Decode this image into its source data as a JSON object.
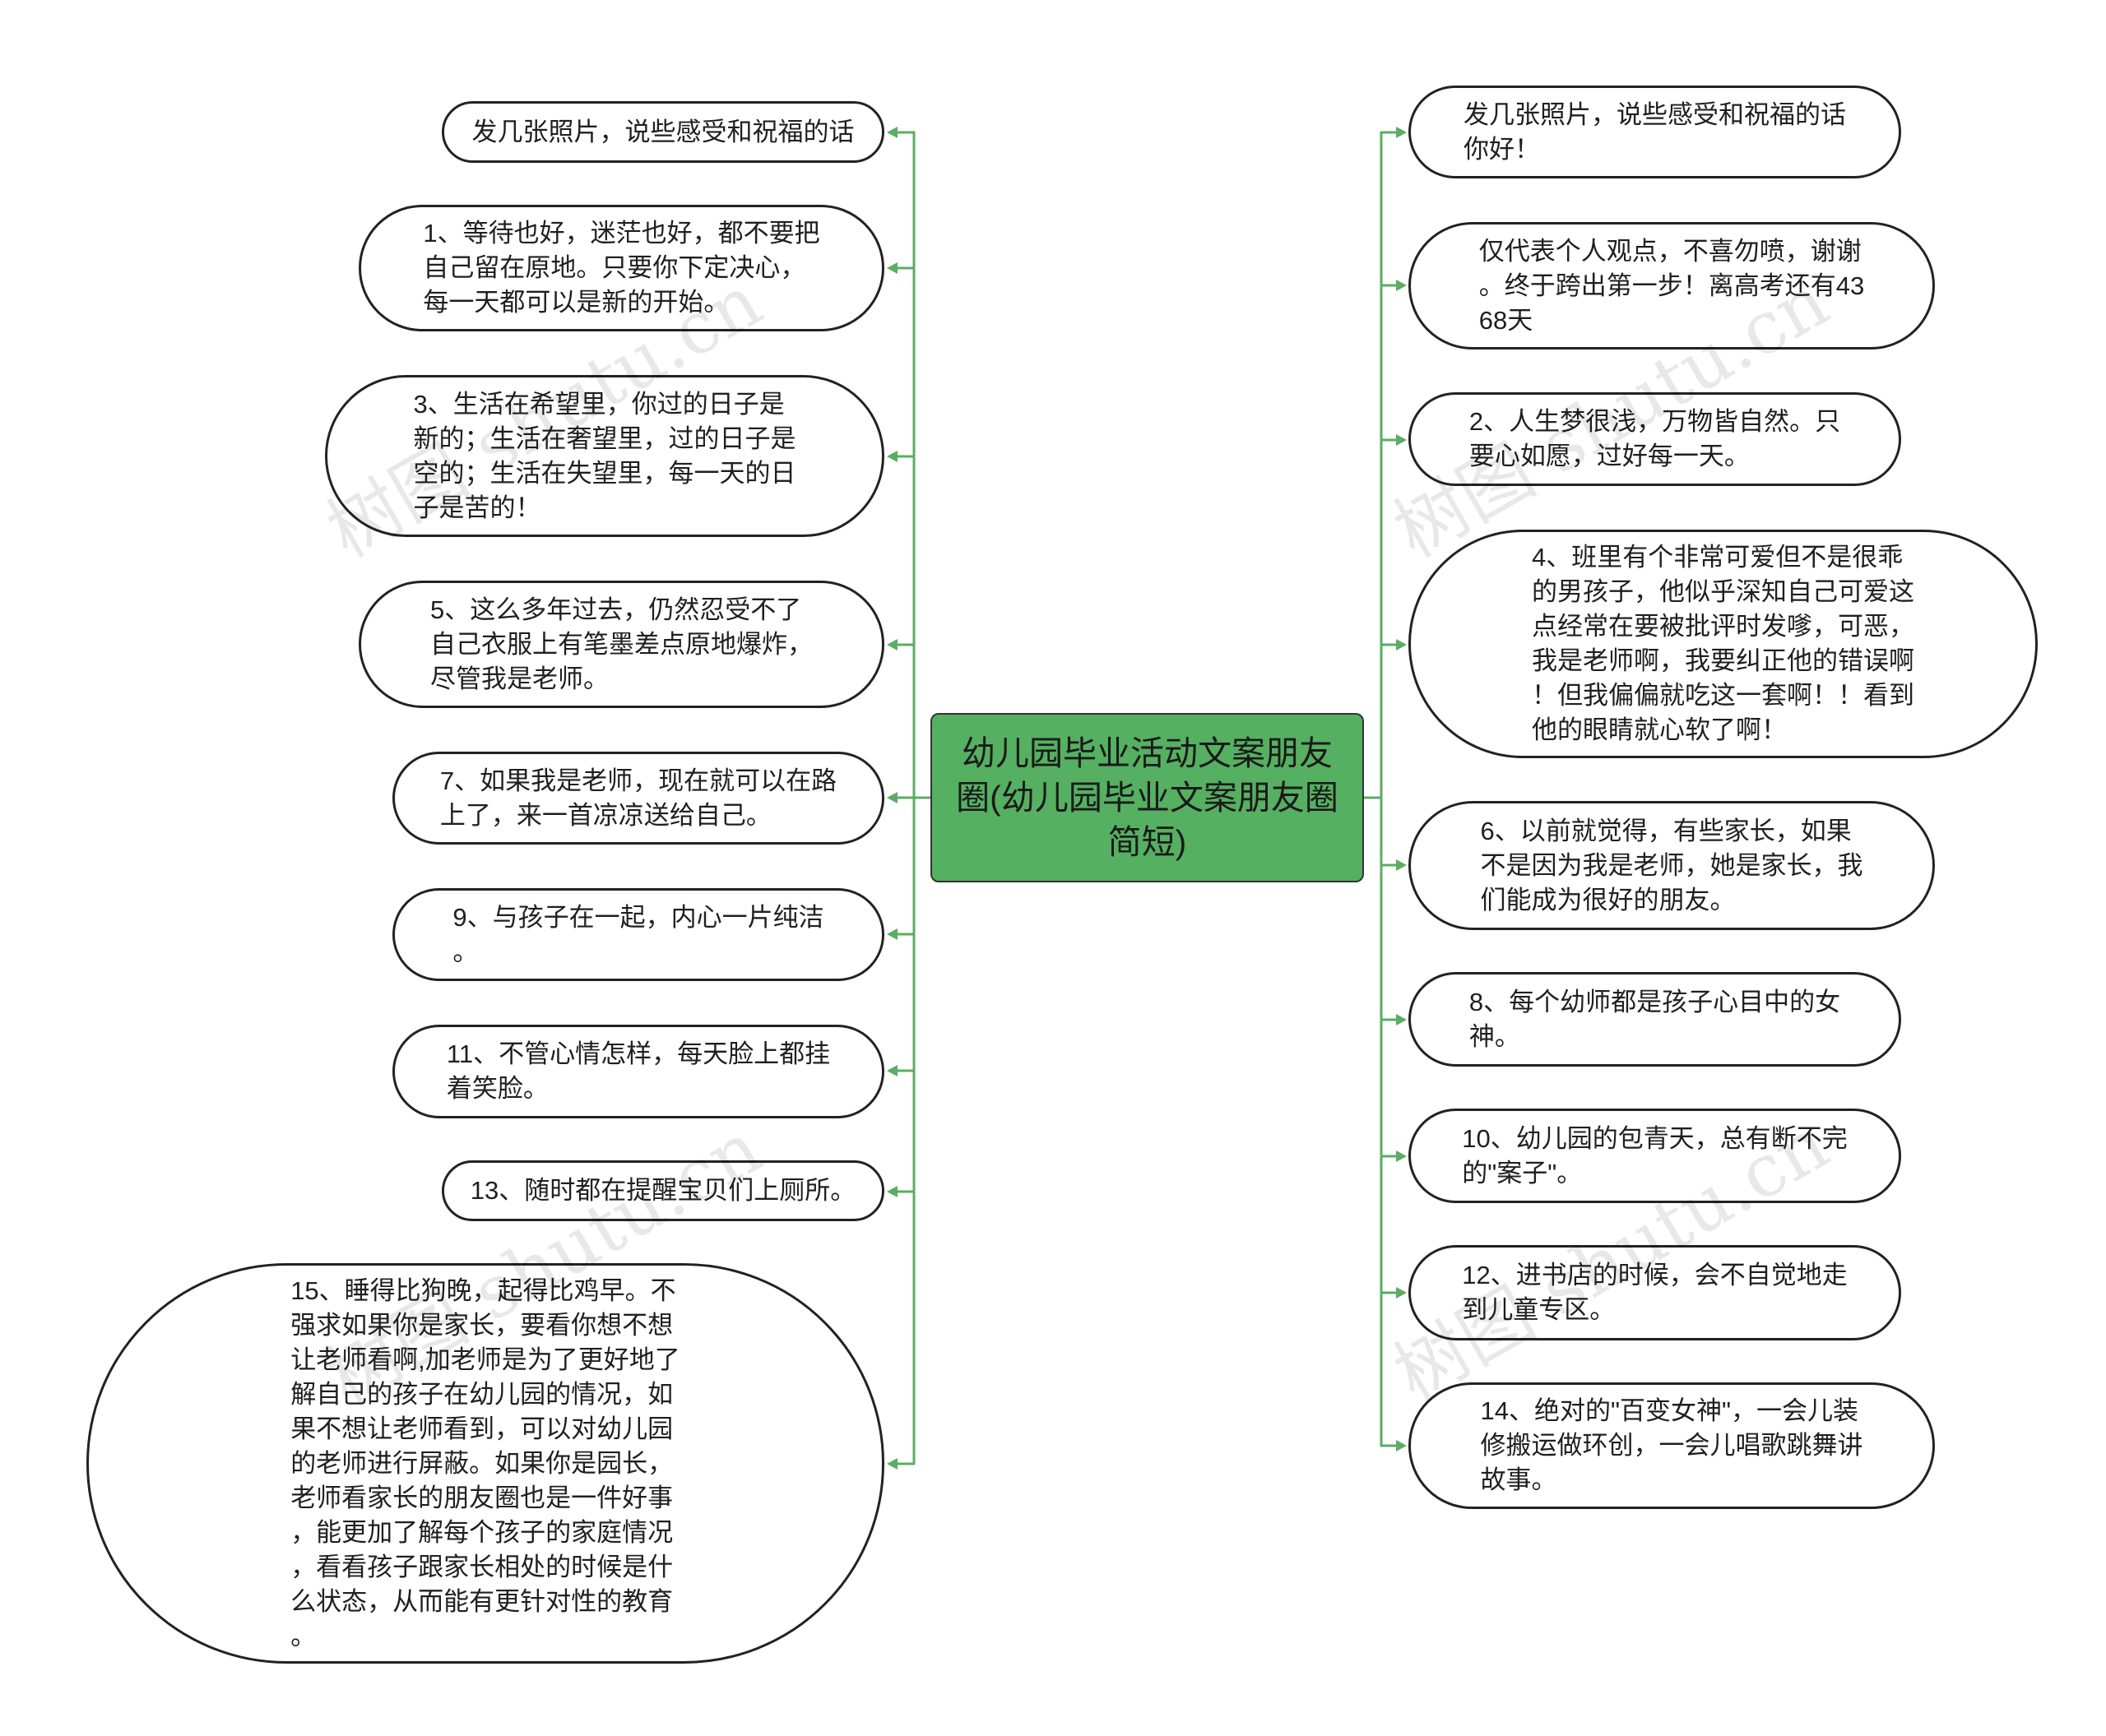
{
  "colors": {
    "central_fill": "#55b061",
    "connector": "#5aad62",
    "node_border": "#222222"
  },
  "watermark": "树图 shutu.cn",
  "central_topic": {
    "lines": [
      "幼儿园毕业活动文案朋友",
      "圈(幼儿园毕业文案朋友圈",
      "简短)"
    ]
  },
  "left_topics": [
    {
      "lines": [
        "发几张照片，说些感受和祝福的话"
      ]
    },
    {
      "lines": [
        "1、等待也好，迷茫也好，都不要把",
        "自己留在原地。只要你下定决心，",
        "每一天都可以是新的开始。"
      ]
    },
    {
      "lines": [
        "3、生活在希望里，你过的日子是",
        "新的；生活在奢望里，过的日子是",
        "空的；生活在失望里，每一天的日",
        "子是苦的！"
      ]
    },
    {
      "lines": [
        "5、这么多年过去，仍然忍受不了",
        "自己衣服上有笔墨差点原地爆炸，",
        "尽管我是老师。"
      ]
    },
    {
      "lines": [
        "7、如果我是老师，现在就可以在路",
        "上了，来一首凉凉送给自己。"
      ]
    },
    {
      "lines": [
        "9、与孩子在一起，内心一片纯洁",
        "。"
      ]
    },
    {
      "lines": [
        "11、不管心情怎样，每天脸上都挂",
        "着笑脸。"
      ]
    },
    {
      "lines": [
        "13、随时都在提醒宝贝们上厕所。"
      ]
    },
    {
      "lines": [
        "15、睡得比狗晚，起得比鸡早。不",
        "强求如果你是家长，要看你想不想",
        "让老师看啊,加老师是为了更好地了",
        "解自己的孩子在幼儿园的情况，如",
        "果不想让老师看到，可以对幼儿园",
        "的老师进行屏蔽。如果你是园长，",
        "老师看家长的朋友圈也是一件好事",
        "，能更加了解每个孩子的家庭情况",
        "，看看孩子跟家长相处的时候是什",
        "么状态，从而能有更针对性的教育",
        "。"
      ]
    }
  ],
  "right_topics": [
    {
      "lines": [
        "发几张照片，说些感受和祝福的话",
        "你好！"
      ]
    },
    {
      "lines": [
        "仅代表个人观点，不喜勿喷，谢谢",
        "。终于跨出第一步！离高考还有43",
        "68天"
      ]
    },
    {
      "lines": [
        "2、人生梦很浅，万物皆自然。只",
        "要心如愿，过好每一天。"
      ]
    },
    {
      "lines": [
        "4、班里有个非常可爱但不是很乖",
        "的男孩子，他似乎深知自己可爱这",
        "点经常在要被批评时发嗲，可恶，",
        "我是老师啊，我要纠正他的错误啊",
        "！但我偏偏就吃这一套啊！！看到",
        "他的眼睛就心软了啊！"
      ]
    },
    {
      "lines": [
        "6、以前就觉得，有些家长，如果",
        "不是因为我是老师，她是家长，我",
        "们能成为很好的朋友。"
      ]
    },
    {
      "lines": [
        "8、每个幼师都是孩子心目中的女",
        "神。"
      ]
    },
    {
      "lines": [
        "10、幼儿园的包青天，总有断不完",
        "的\"案子\"。"
      ]
    },
    {
      "lines": [
        "12、进书店的时候，会不自觉地走",
        "到儿童专区。"
      ]
    },
    {
      "lines": [
        "14、绝对的\"百变女神\"，一会儿装",
        "修搬运做环创，一会儿唱歌跳舞讲",
        "故事。"
      ]
    }
  ]
}
